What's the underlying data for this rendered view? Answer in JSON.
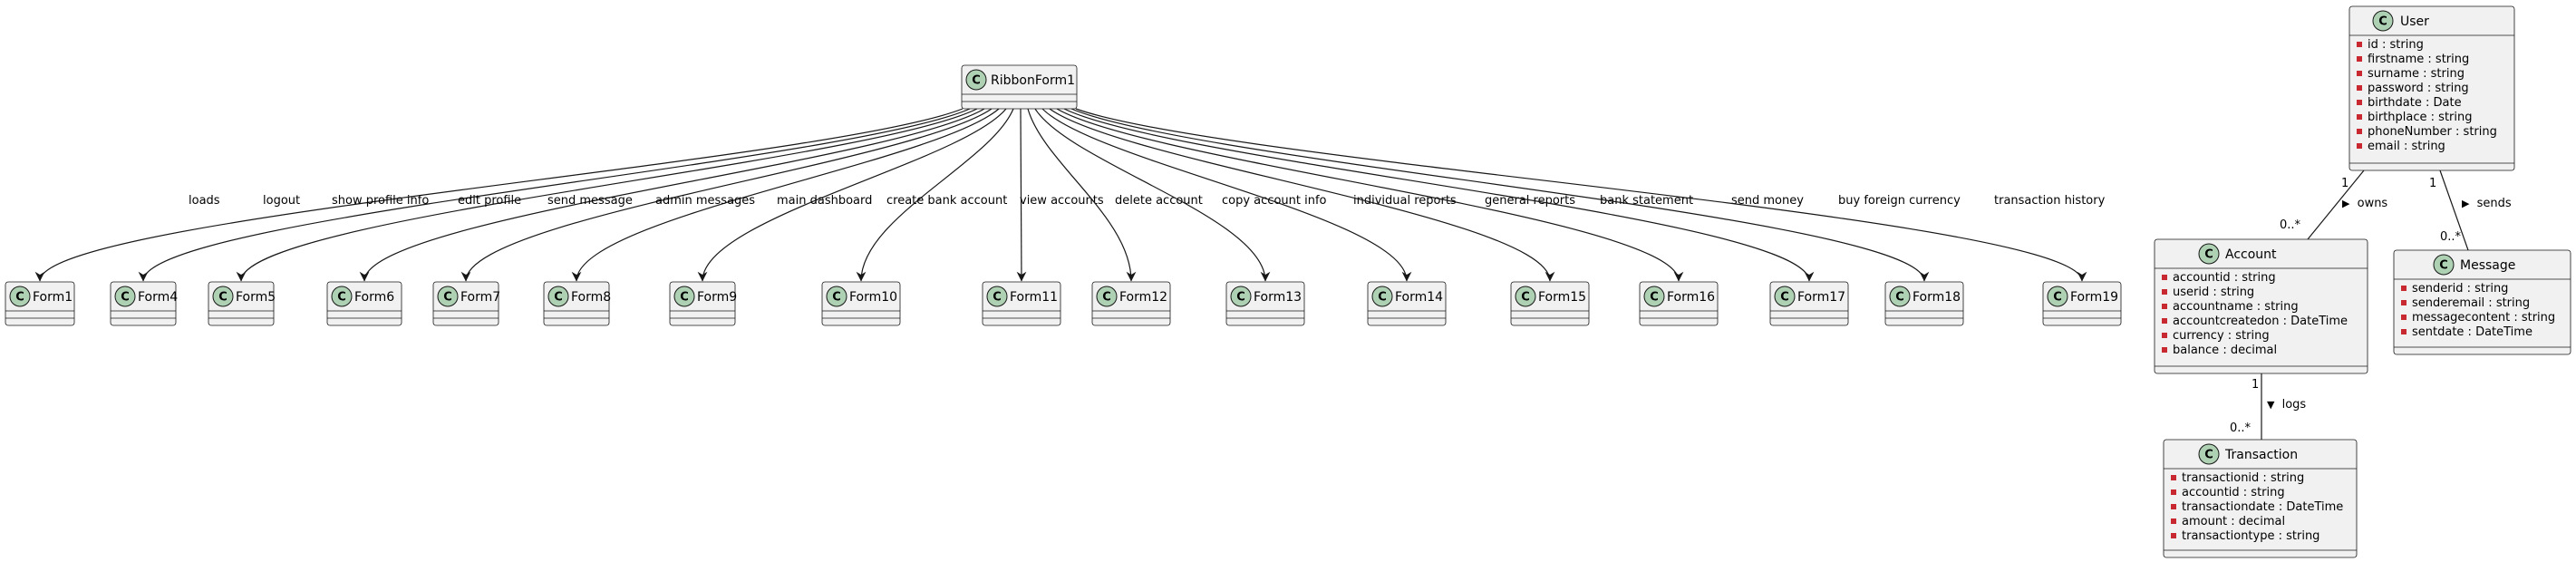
{
  "classes": {
    "ribbon": {
      "name": "RibbonForm1",
      "members": []
    },
    "forms": [
      {
        "id": "form1",
        "name": "Form1"
      },
      {
        "id": "form4",
        "name": "Form4"
      },
      {
        "id": "form5",
        "name": "Form5"
      },
      {
        "id": "form6",
        "name": "Form6"
      },
      {
        "id": "form7",
        "name": "Form7"
      },
      {
        "id": "form8",
        "name": "Form8"
      },
      {
        "id": "form9",
        "name": "Form9"
      },
      {
        "id": "form10",
        "name": "Form10"
      },
      {
        "id": "form11",
        "name": "Form11"
      },
      {
        "id": "form12",
        "name": "Form12"
      },
      {
        "id": "form13",
        "name": "Form13"
      },
      {
        "id": "form14",
        "name": "Form14"
      },
      {
        "id": "form15",
        "name": "Form15"
      },
      {
        "id": "form16",
        "name": "Form16"
      },
      {
        "id": "form17",
        "name": "Form17"
      },
      {
        "id": "form18",
        "name": "Form18"
      },
      {
        "id": "form19",
        "name": "Form19"
      }
    ],
    "user": {
      "name": "User",
      "members": [
        "id : string",
        "firstname : string",
        "surname : string",
        "password : string",
        "birthdate : Date",
        "birthplace : string",
        "phoneNumber : string",
        "email : string"
      ]
    },
    "account": {
      "name": "Account",
      "members": [
        "accountid : string",
        "userid : string",
        "accountname : string",
        "accountcreatedon : DateTime",
        "currency : string",
        "balance : decimal"
      ]
    },
    "message": {
      "name": "Message",
      "members": [
        "senderid : string",
        "senderemail : string",
        "messagecontent : string",
        "sentdate : DateTime"
      ]
    },
    "transaction": {
      "name": "Transaction",
      "members": [
        "transactionid : string",
        "accountid : string",
        "transactiondate : DateTime",
        "amount : decimal",
        "transactiontype : string"
      ]
    }
  },
  "nav_labels": [
    "loads",
    "logout",
    "show profile info",
    "edit profile",
    "send message",
    "admin messages",
    "main dashboard",
    "create bank account",
    "view accounts",
    "delete account",
    "copy account info",
    "individual reports",
    "general reports",
    "bank statement",
    "send money",
    "buy foreign currency",
    "transaction history"
  ],
  "associations": {
    "owns": {
      "label": "owns",
      "arrow": "▶",
      "from_mult": "1",
      "to_mult": "0..*"
    },
    "sends": {
      "label": "sends",
      "arrow": "▶",
      "from_mult": "1",
      "to_mult": "0..*"
    },
    "logs": {
      "label": "logs",
      "arrow": "▼",
      "from_mult": "1",
      "to_mult": "0..*"
    }
  },
  "style": {
    "class_fill": "#f1f1f1",
    "badge_fill": "#add1b2",
    "private_marker": "#c82930"
  }
}
